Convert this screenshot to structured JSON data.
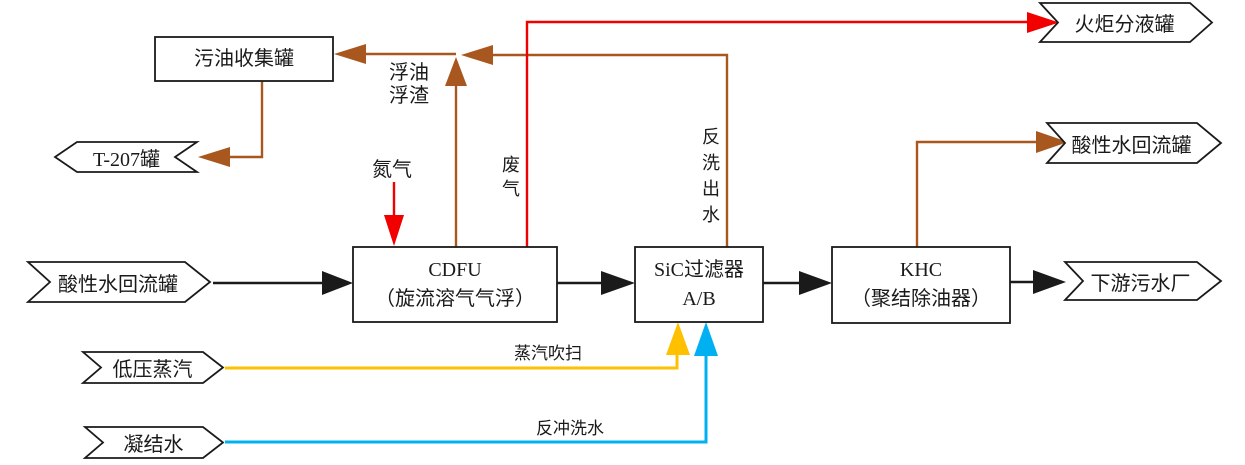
{
  "colors": {
    "black": "#1a1a1a",
    "brown": "#a8571e",
    "red": "#f20000",
    "yellow": "#ffc000",
    "cyan": "#00b0f0"
  },
  "nodes": {
    "slop_oil_tank": "污油收集罐",
    "cdfu_line1": "CDFU",
    "cdfu_line2": "（旋流溶气气浮）",
    "sic_line1": "SiC过滤器",
    "sic_line2": "A/B",
    "khc_line1": "KHC",
    "khc_line2": "（聚结除油器）"
  },
  "terminals": {
    "t207_tank": "T-207罐",
    "sour_water_in": "酸性水回流罐",
    "lp_steam": "低压蒸汽",
    "condensate": "凝结水",
    "flare_ko_drum": "火炬分液罐",
    "sour_water_out": "酸性水回流罐",
    "downstream_wwtp": "下游污水厂"
  },
  "stream_labels": {
    "floating_oil": "浮油",
    "floating_scum": "浮渣",
    "nitrogen": "氮气",
    "waste_gas": "废气",
    "backwash_outlet": "反洗出水",
    "steam_purge": "蒸汽吹扫",
    "backwash_water": "反冲洗水"
  }
}
